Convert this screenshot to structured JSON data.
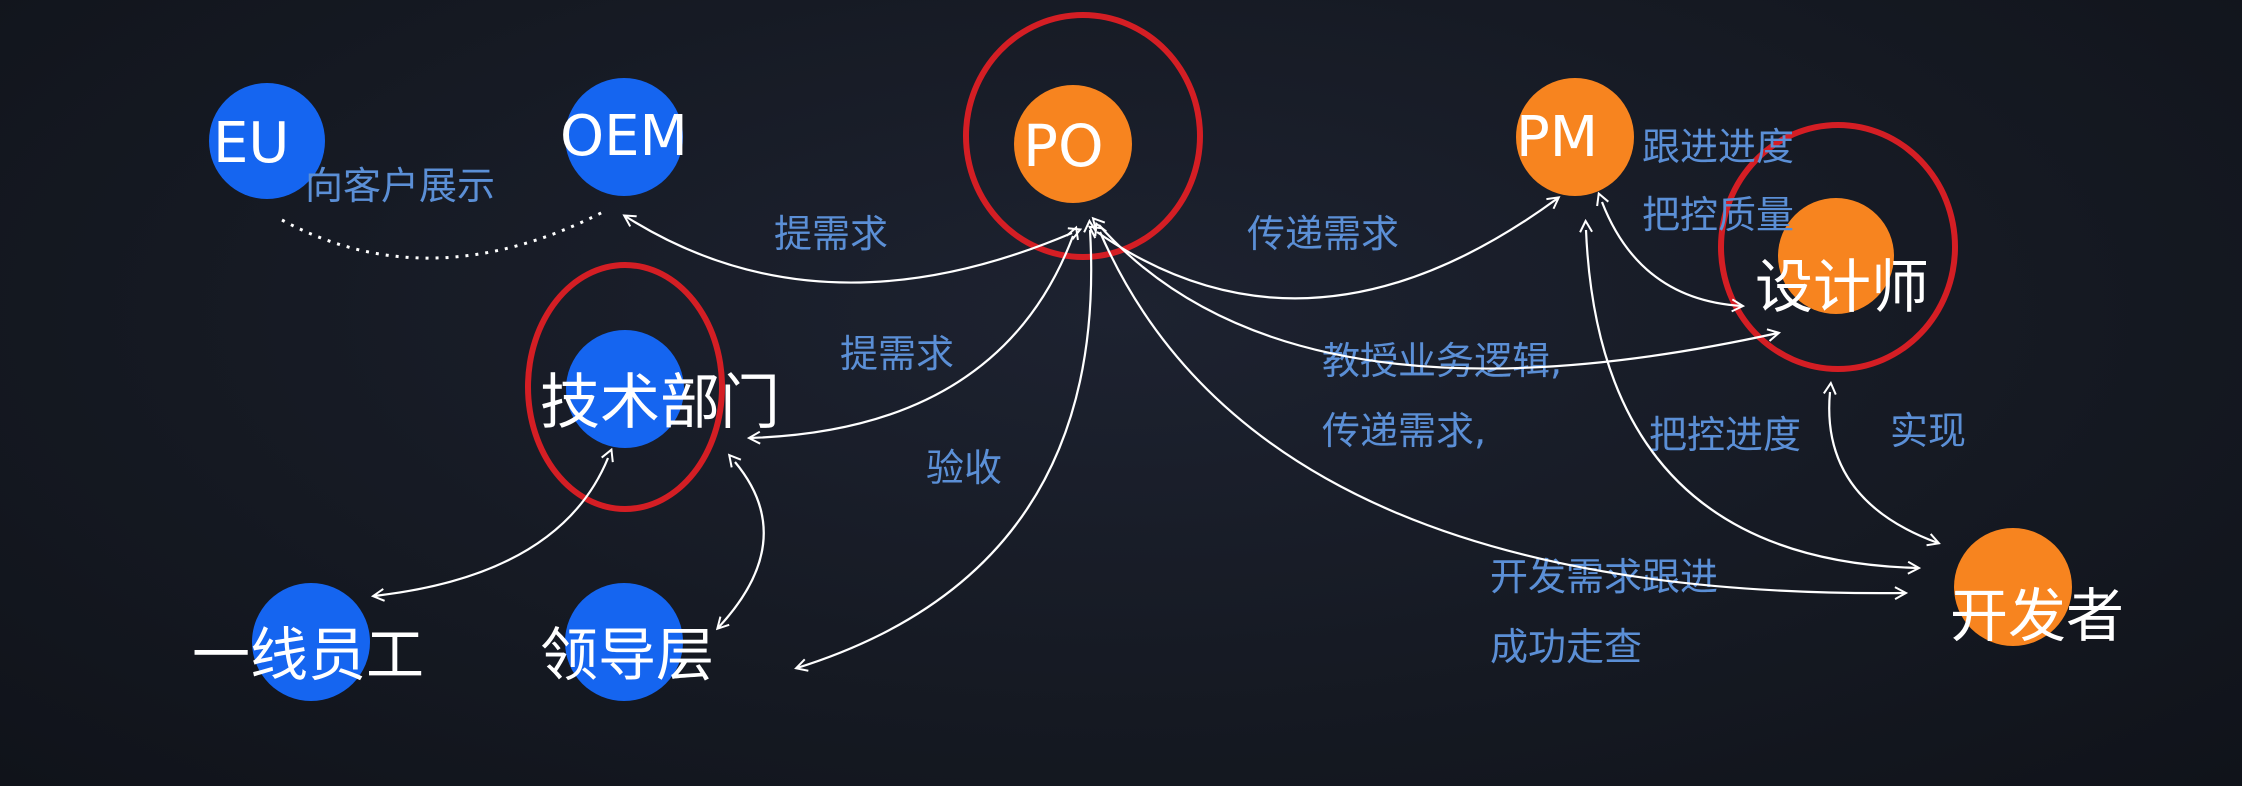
{
  "nodes": {
    "eu": "EU",
    "oem": "OEM",
    "po": "PO",
    "pm": "PM",
    "designer": "设计师",
    "tech_dept": "技术部门",
    "frontline": "一线员工",
    "leadership": "领导层",
    "developer": "开发者"
  },
  "labels": {
    "show_customer": "向客户展示",
    "raise_req_1": "提需求",
    "raise_req_2": "提需求",
    "acceptance": "验收",
    "pass_req": "传递需求",
    "track_progress": "跟进进度",
    "control_quality": "把控质量",
    "teach_logic": "教授业务逻辑,",
    "pass_req_2": "传递需求,",
    "control_progress": "把控进度",
    "implement": "实现",
    "dev_follow": "开发需求跟进",
    "success_check": "成功走查"
  },
  "colors": {
    "background": "#151922",
    "blue_node": "#1565f0",
    "orange_node": "#f7841f",
    "highlight_ring": "#d41e24",
    "label_text": "#5b8fd6",
    "arrow": "#ffffff"
  }
}
